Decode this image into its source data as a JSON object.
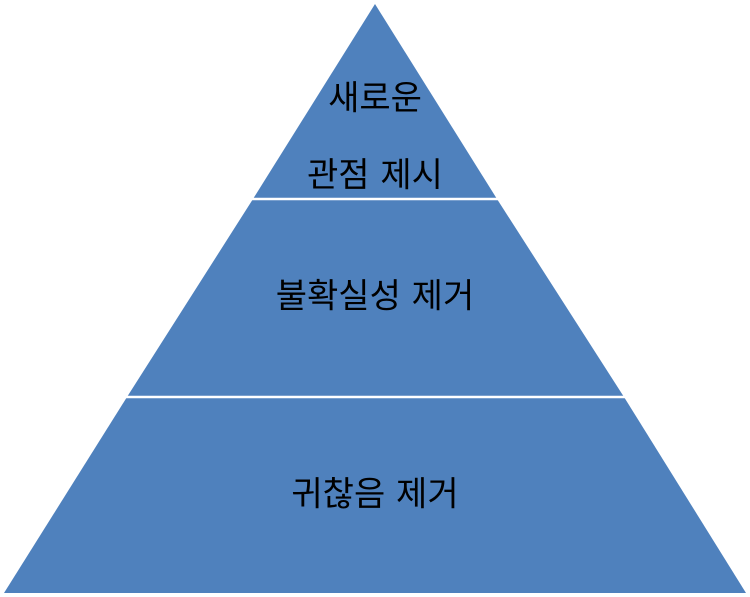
{
  "pyramid": {
    "fill_color": "#4f81bd",
    "divider_color": "#ffffff",
    "text_color": "#000000",
    "tiers": [
      {
        "lines": [
          "새로운",
          "관점 제시"
        ]
      },
      {
        "lines": [
          "불확실성 제거"
        ]
      },
      {
        "lines": [
          "귀찮음 제거"
        ]
      }
    ]
  }
}
